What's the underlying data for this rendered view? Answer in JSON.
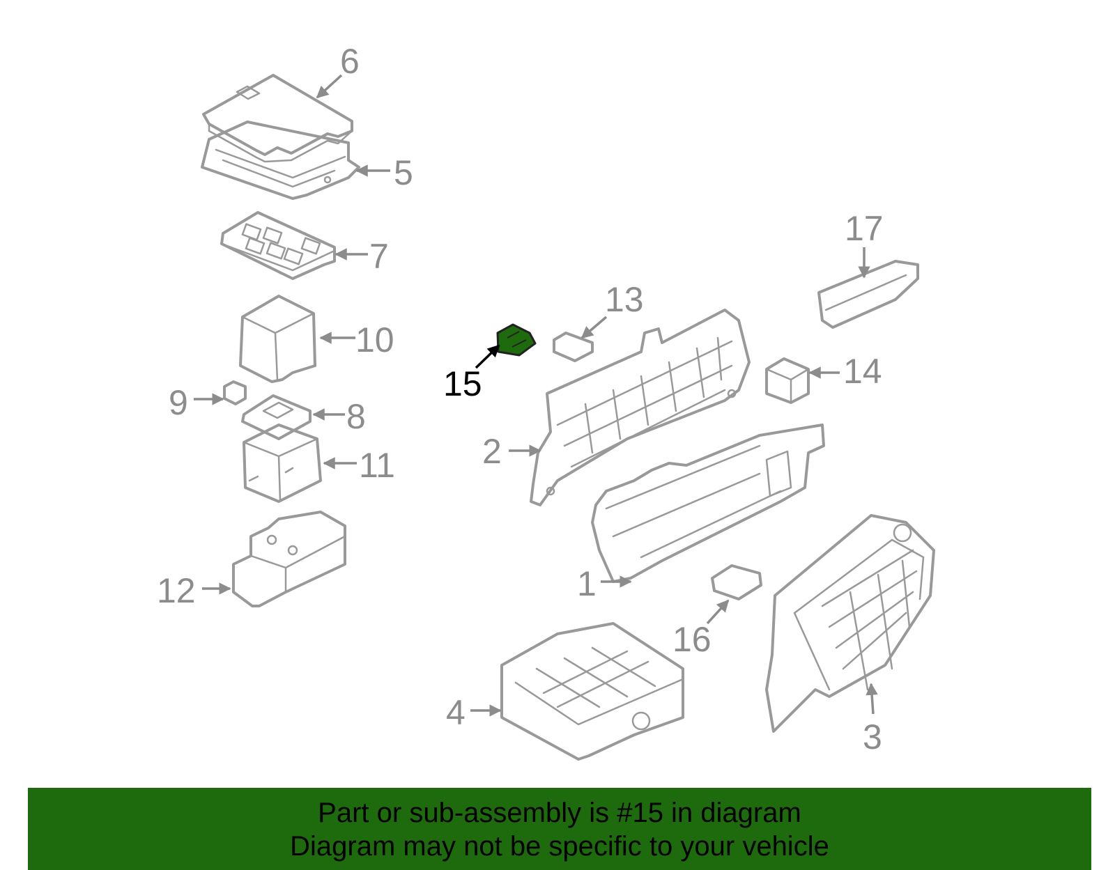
{
  "diagram": {
    "highlighted_part": "15",
    "highlight_color": "#1e6b0e",
    "callouts": [
      "1",
      "2",
      "3",
      "4",
      "5",
      "6",
      "7",
      "8",
      "9",
      "10",
      "11",
      "12",
      "13",
      "14",
      "15",
      "16",
      "17"
    ]
  },
  "banner": {
    "line1": "Part or sub-assembly is #15 in diagram",
    "line2": "Diagram may not be specific to your vehicle",
    "background": "#1e6b0e"
  }
}
